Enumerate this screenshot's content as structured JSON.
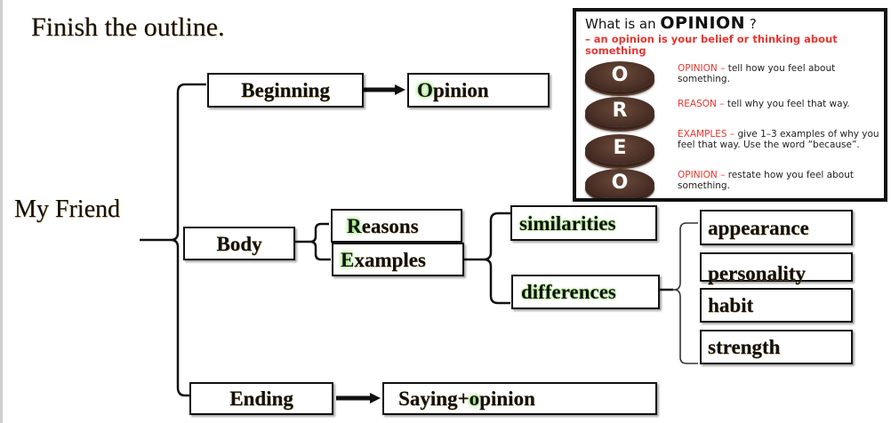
{
  "instruction": "Finish the outline.",
  "topic": "My Friend",
  "outline": {
    "beginning": {
      "label": "Beginning",
      "result_first": "O",
      "result_rest": "pinion"
    },
    "body": {
      "label": "Body",
      "reasons": {
        "first": "R",
        "rest": "easons"
      },
      "examples": {
        "first": "E",
        "rest": "xamples"
      },
      "categories": {
        "similarities": "similarities",
        "differences": "differences"
      },
      "difference_items": [
        "appearance",
        "personality",
        "habit",
        "strength"
      ]
    },
    "ending": {
      "label": "Ending",
      "result_pre": "Saying+",
      "result_hl": "o",
      "result_rest": "pinion"
    }
  },
  "poster": {
    "title_pre": "What is an ",
    "title_bold": "OPINION",
    "title_post": " ?",
    "subtitle": "– an opinion is your belief or thinking about something",
    "rows": [
      {
        "letter": "O",
        "keyword": "OPINION –",
        "text": " tell how you feel about something."
      },
      {
        "letter": "R",
        "keyword": "REASON –",
        "text": " tell why you feel that way."
      },
      {
        "letter": "E",
        "keyword": "EXAMPLES –",
        "text": " give 1–3 examples of why you feel that way. Use the word “because”."
      },
      {
        "letter": "O",
        "keyword": "OPINION –",
        "text": " restate how you feel about something."
      }
    ]
  },
  "colors": {
    "highlight_glow": "#7bdc52",
    "poster_red": "#e8362e",
    "cookie_brown": "#4a3026"
  }
}
